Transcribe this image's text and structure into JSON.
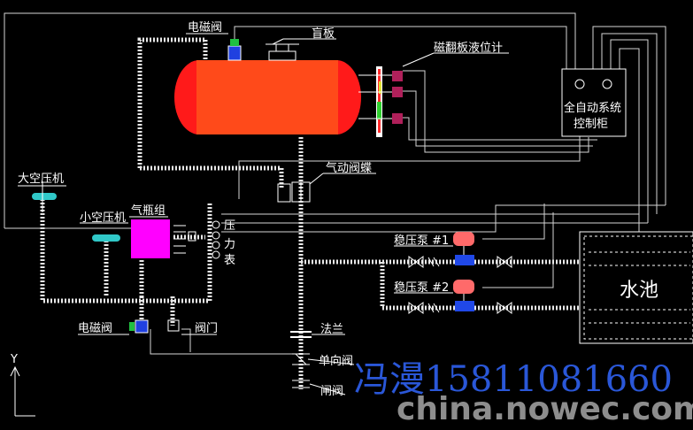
{
  "labels": {
    "solenoid_top": "电磁阀",
    "blind_plate": "盲板",
    "level_gauge": "磁翻板液位计",
    "control_cabinet_line1": "全自动系统",
    "control_cabinet_line2": "控制柜",
    "pneumatic_butterfly": "气动阀蝶",
    "big_compressor": "大空压机",
    "small_compressor": "小空压机",
    "gas_cylinder_group": "气瓶组",
    "pressure_gauge_chars": [
      "压",
      "力",
      "表"
    ],
    "pump1": "稳压泵 #1",
    "pump2": "稳压泵 #2",
    "pool": "水池",
    "solenoid_bottom": "电磁阀",
    "valve_bottom": "阀门",
    "flange": "法兰",
    "check_valve": "单向阀",
    "gate_valve": "闸阀",
    "axis_y": "Y"
  },
  "watermarks": {
    "contact": "冯漫15811081660",
    "site": "china.nowec.com"
  },
  "colors": {
    "tank": "#ff4a1a",
    "tank_caps": "#ff1a1a",
    "cylinder_group": "#ff00ff",
    "compressor": "#30c8c8",
    "solenoid": "#2040e0",
    "pump_body": "#2048e8",
    "pump_motor": "#ff6a6a",
    "gauge_connector": "#b0205a",
    "watermark_blue": "#2a57d8",
    "watermark_grey": "#8d8d8d"
  }
}
